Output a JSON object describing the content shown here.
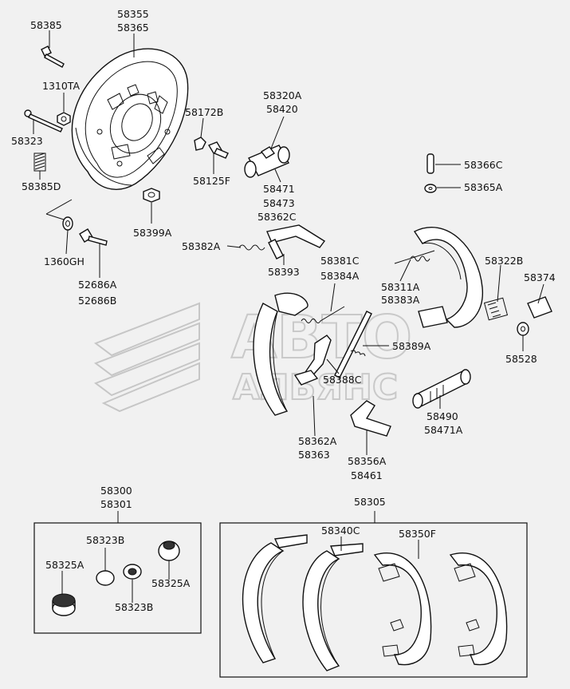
{
  "title": "",
  "watermark": {
    "line1": "АВТО",
    "line2": "АЛЬЯНС"
  },
  "labels": {
    "p58385": "58385",
    "p58355": "58355",
    "p58365": "58365",
    "p1310TA": "1310TA",
    "p58323": "58323",
    "p58385D": "58385D",
    "p58172B": "58172B",
    "p58125F": "58125F",
    "p58399A": "58399A",
    "p58320A": "58320A",
    "p58420": "58420",
    "p58471": "58471",
    "p58473": "58473",
    "p58362C": "58362C",
    "p58366C": "58366C",
    "p58365A": "58365A",
    "p1360GH": "1360GH",
    "p52686A": "52686A",
    "p52686B": "52686B",
    "p58382A": "58382A",
    "p58393": "58393",
    "p58381C": "58381C",
    "p58384A": "58384A",
    "p58311A": "58311A",
    "p58383A": "58383A",
    "p58322B": "58322B",
    "p58374": "58374",
    "p58389A": "58389A",
    "p58528": "58528",
    "p58388C": "58388C",
    "p58490": "58490",
    "p58471A": "58471A",
    "p58362A": "58362A",
    "p58363": "58363",
    "p58356A": "58356A",
    "p58461": "58461",
    "p58300": "58300",
    "p58301": "58301",
    "p58305": "58305",
    "p58323B_1": "58323B",
    "p58325A_1": "58325A",
    "p58325A_2": "58325A",
    "p58323B_2": "58323B",
    "p58340C": "58340C",
    "p58350F": "58350F"
  }
}
